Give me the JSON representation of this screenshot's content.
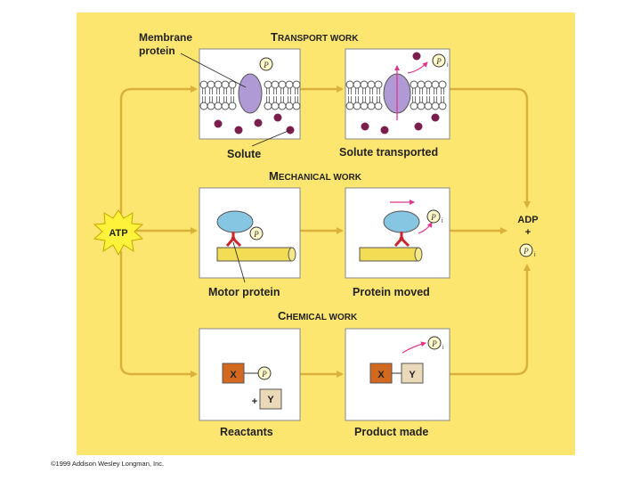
{
  "sections": {
    "transport": {
      "title_cap": "T",
      "title_rest": "RANSPORT WORK",
      "label_left": "Solute",
      "label_right": "Solute transported",
      "callout": [
        "Membrane",
        "protein"
      ]
    },
    "mechanical": {
      "title_cap": "M",
      "title_rest": "ECHANICAL WORK",
      "label_left": "Motor protein",
      "label_right": "Protein moved"
    },
    "chemical": {
      "title_cap": "C",
      "title_rest": "HEMICAL WORK",
      "label_left": "Reactants",
      "label_right": "Product made",
      "x_label": "X",
      "y_label": "Y",
      "plus": "+"
    }
  },
  "atp": "ATP",
  "adp": {
    "line1": "ADP",
    "plus": "+"
  },
  "phosphate": {
    "letter": "P",
    "sub": "i"
  },
  "copyright": "©1999 Addison Wesley Longman, Inc.",
  "colors": {
    "background": "#fde670",
    "panel": "#ffffff",
    "arrow": "#d9b13a",
    "membrane_protein": "#b09ad6",
    "solute": "#7a1f4d",
    "motor_head": "#86c6e3",
    "track": "#f2dd55",
    "linker": "#c8282c",
    "x_box": "#d2691e",
    "y_box": "#ead9b8",
    "magenta": "#e0368c",
    "atp_burst": "#fff23a"
  }
}
